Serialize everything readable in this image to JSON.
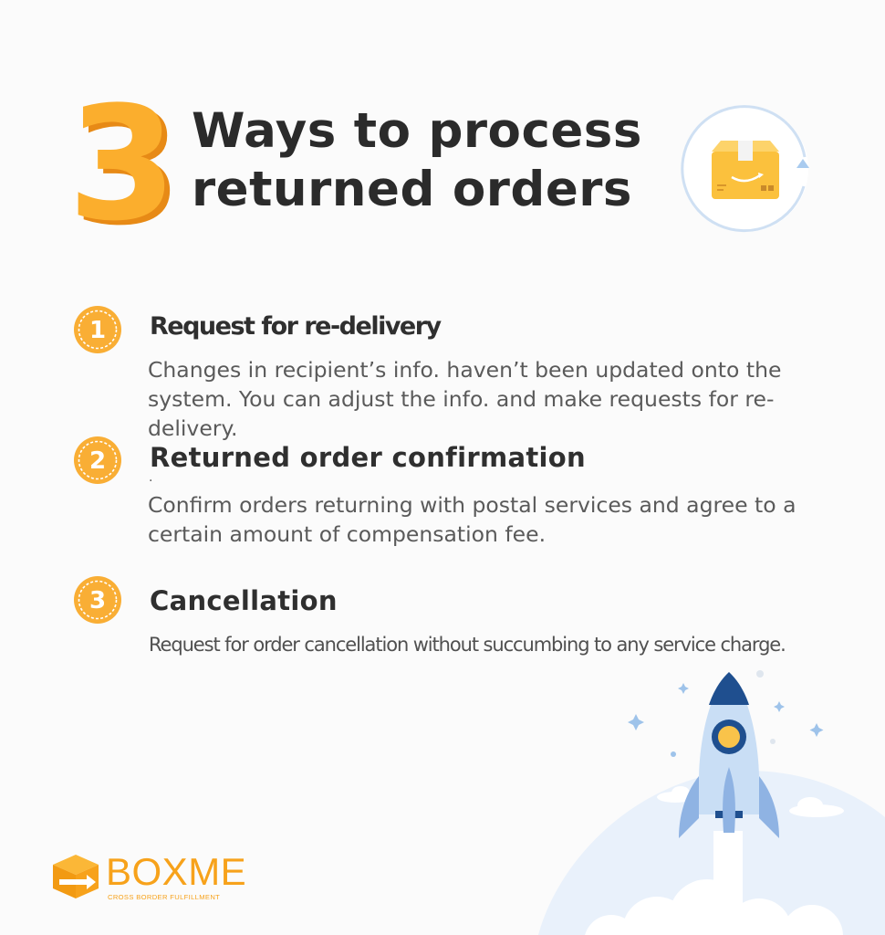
{
  "header": {
    "number": "3",
    "title_line1": "Ways to process",
    "title_line2": "returned orders"
  },
  "items": [
    {
      "badge": "1",
      "title": "Request for re-delivery",
      "description": "Changes in recipient’s info. haven’t been updated onto the system. You can adjust the info. and make requests for re-delivery."
    },
    {
      "badge": "2",
      "title": "Returned order confirmation",
      "marker": ".",
      "description": "Confirm orders returning with postal services and agree to a certain amount of compensation fee."
    },
    {
      "badge": "3",
      "title": "Cancellation",
      "description": "Request for order cancellation without succumbing to any service charge."
    }
  ],
  "logo": {
    "wordmark": "BOXME",
    "tagline": "CROSS BORDER FULFILLMENT"
  },
  "colors": {
    "accent_orange": "#f7a21b",
    "title_dark": "#2b2b2b",
    "rocket_blue": "#1f4f8f",
    "sky_blue": "#e4eefa"
  },
  "icons": [
    "returned-box-icon",
    "rocket-icon",
    "boxme-logo-icon"
  ]
}
